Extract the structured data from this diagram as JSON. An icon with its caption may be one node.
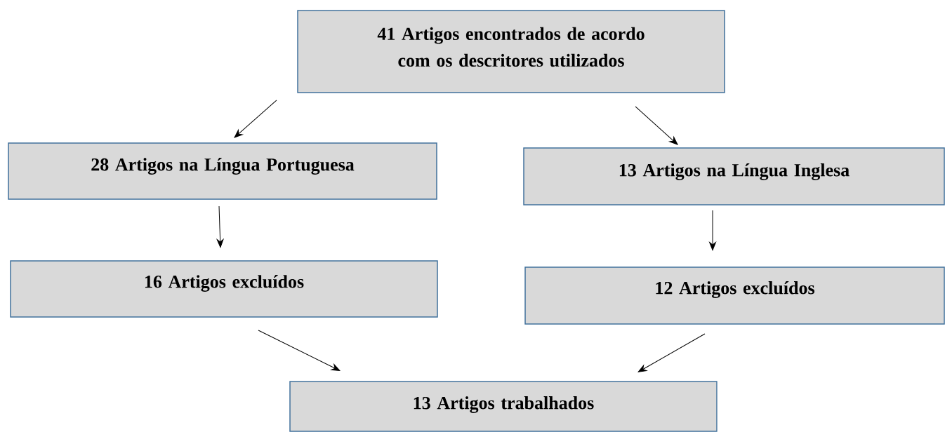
{
  "diagram": {
    "nodes": [
      {
        "text": [
          "41 Artigos encontrados de acordo com os descritores utilizados"
        ]
      },
      {
        "text": [
          "28 Artigos na Língua Portuguesa"
        ]
      },
      {
        "text": [
          "13 Artigos na Língua Inglesa"
        ]
      },
      {
        "text": [
          "16 Artigos excluídos"
        ]
      },
      {
        "text": [
          "12 Artigos excluídos"
        ]
      },
      {
        "text": [
          "13 Artigos trabalhados"
        ]
      }
    ],
    "edges": [
      {
        "from": 0,
        "to": 1,
        "arrow": "to"
      },
      {
        "from": 0,
        "to": 2,
        "arrow": "to"
      },
      {
        "from": 1,
        "to": 3,
        "arrow": "to"
      },
      {
        "from": 2,
        "to": 4,
        "arrow": "to"
      },
      {
        "from": 3,
        "to": 5,
        "arrow": "to"
      },
      {
        "from": 4,
        "to": 5,
        "arrow": "to"
      }
    ]
  }
}
